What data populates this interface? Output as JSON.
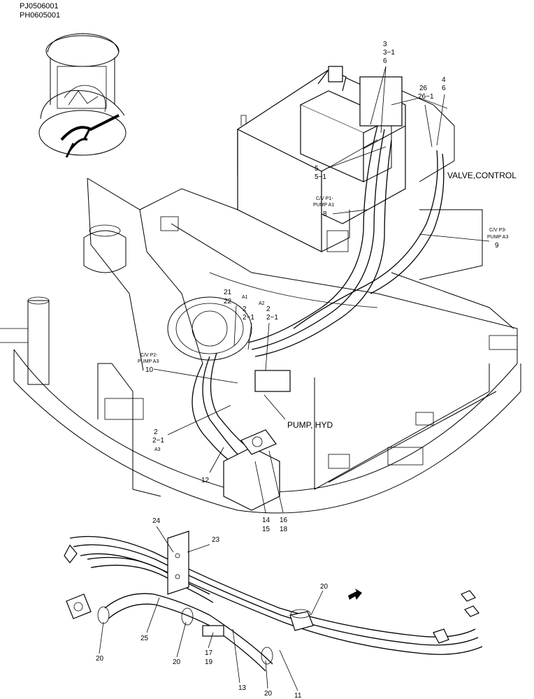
{
  "header": {
    "codes": [
      "PJ0506001",
      "PH0605001"
    ]
  },
  "callouts": {
    "c3": "3",
    "c3_1": "3−1",
    "c6a": "6",
    "c4": "4",
    "c6b": "6",
    "c26": "26",
    "c26_1": "26−1",
    "c5": "5",
    "c5_1": "5−1",
    "valve_control": "VALVE,CONTROL",
    "cvp1_a": "C/V P1-",
    "cvp1_b": "PUMP A1",
    "c8": "8",
    "cvp3_a": "C/V P3-",
    "cvp3_b": "PUMP A3",
    "c9": "9",
    "c21": "21",
    "c22": "22",
    "a1": "A1",
    "a2": "A2",
    "c2a": "2",
    "c2_1a": "2−1",
    "c2b": "2",
    "c2_1b": "2−1",
    "cvp2_a": "C/V P2-",
    "cvp2_b": "PUMP A3",
    "c10": "10",
    "c2c": "2",
    "c2_1c": "2−1",
    "a3": "A3",
    "pump_hyd": "PUMP, HYD",
    "c12": "12",
    "c14": "14",
    "c15": "15",
    "c16": "16",
    "c18": "18",
    "c24": "24",
    "c23": "23",
    "c20a": "20",
    "c25": "25",
    "c20b": "20",
    "c20c": "20",
    "c17": "17",
    "c19": "19",
    "c13": "13",
    "c20d": "20",
    "c11": "11"
  },
  "icons": {
    "thumbnail": "excavator-cab-icon",
    "arrow": "front-direction-arrow-icon"
  }
}
